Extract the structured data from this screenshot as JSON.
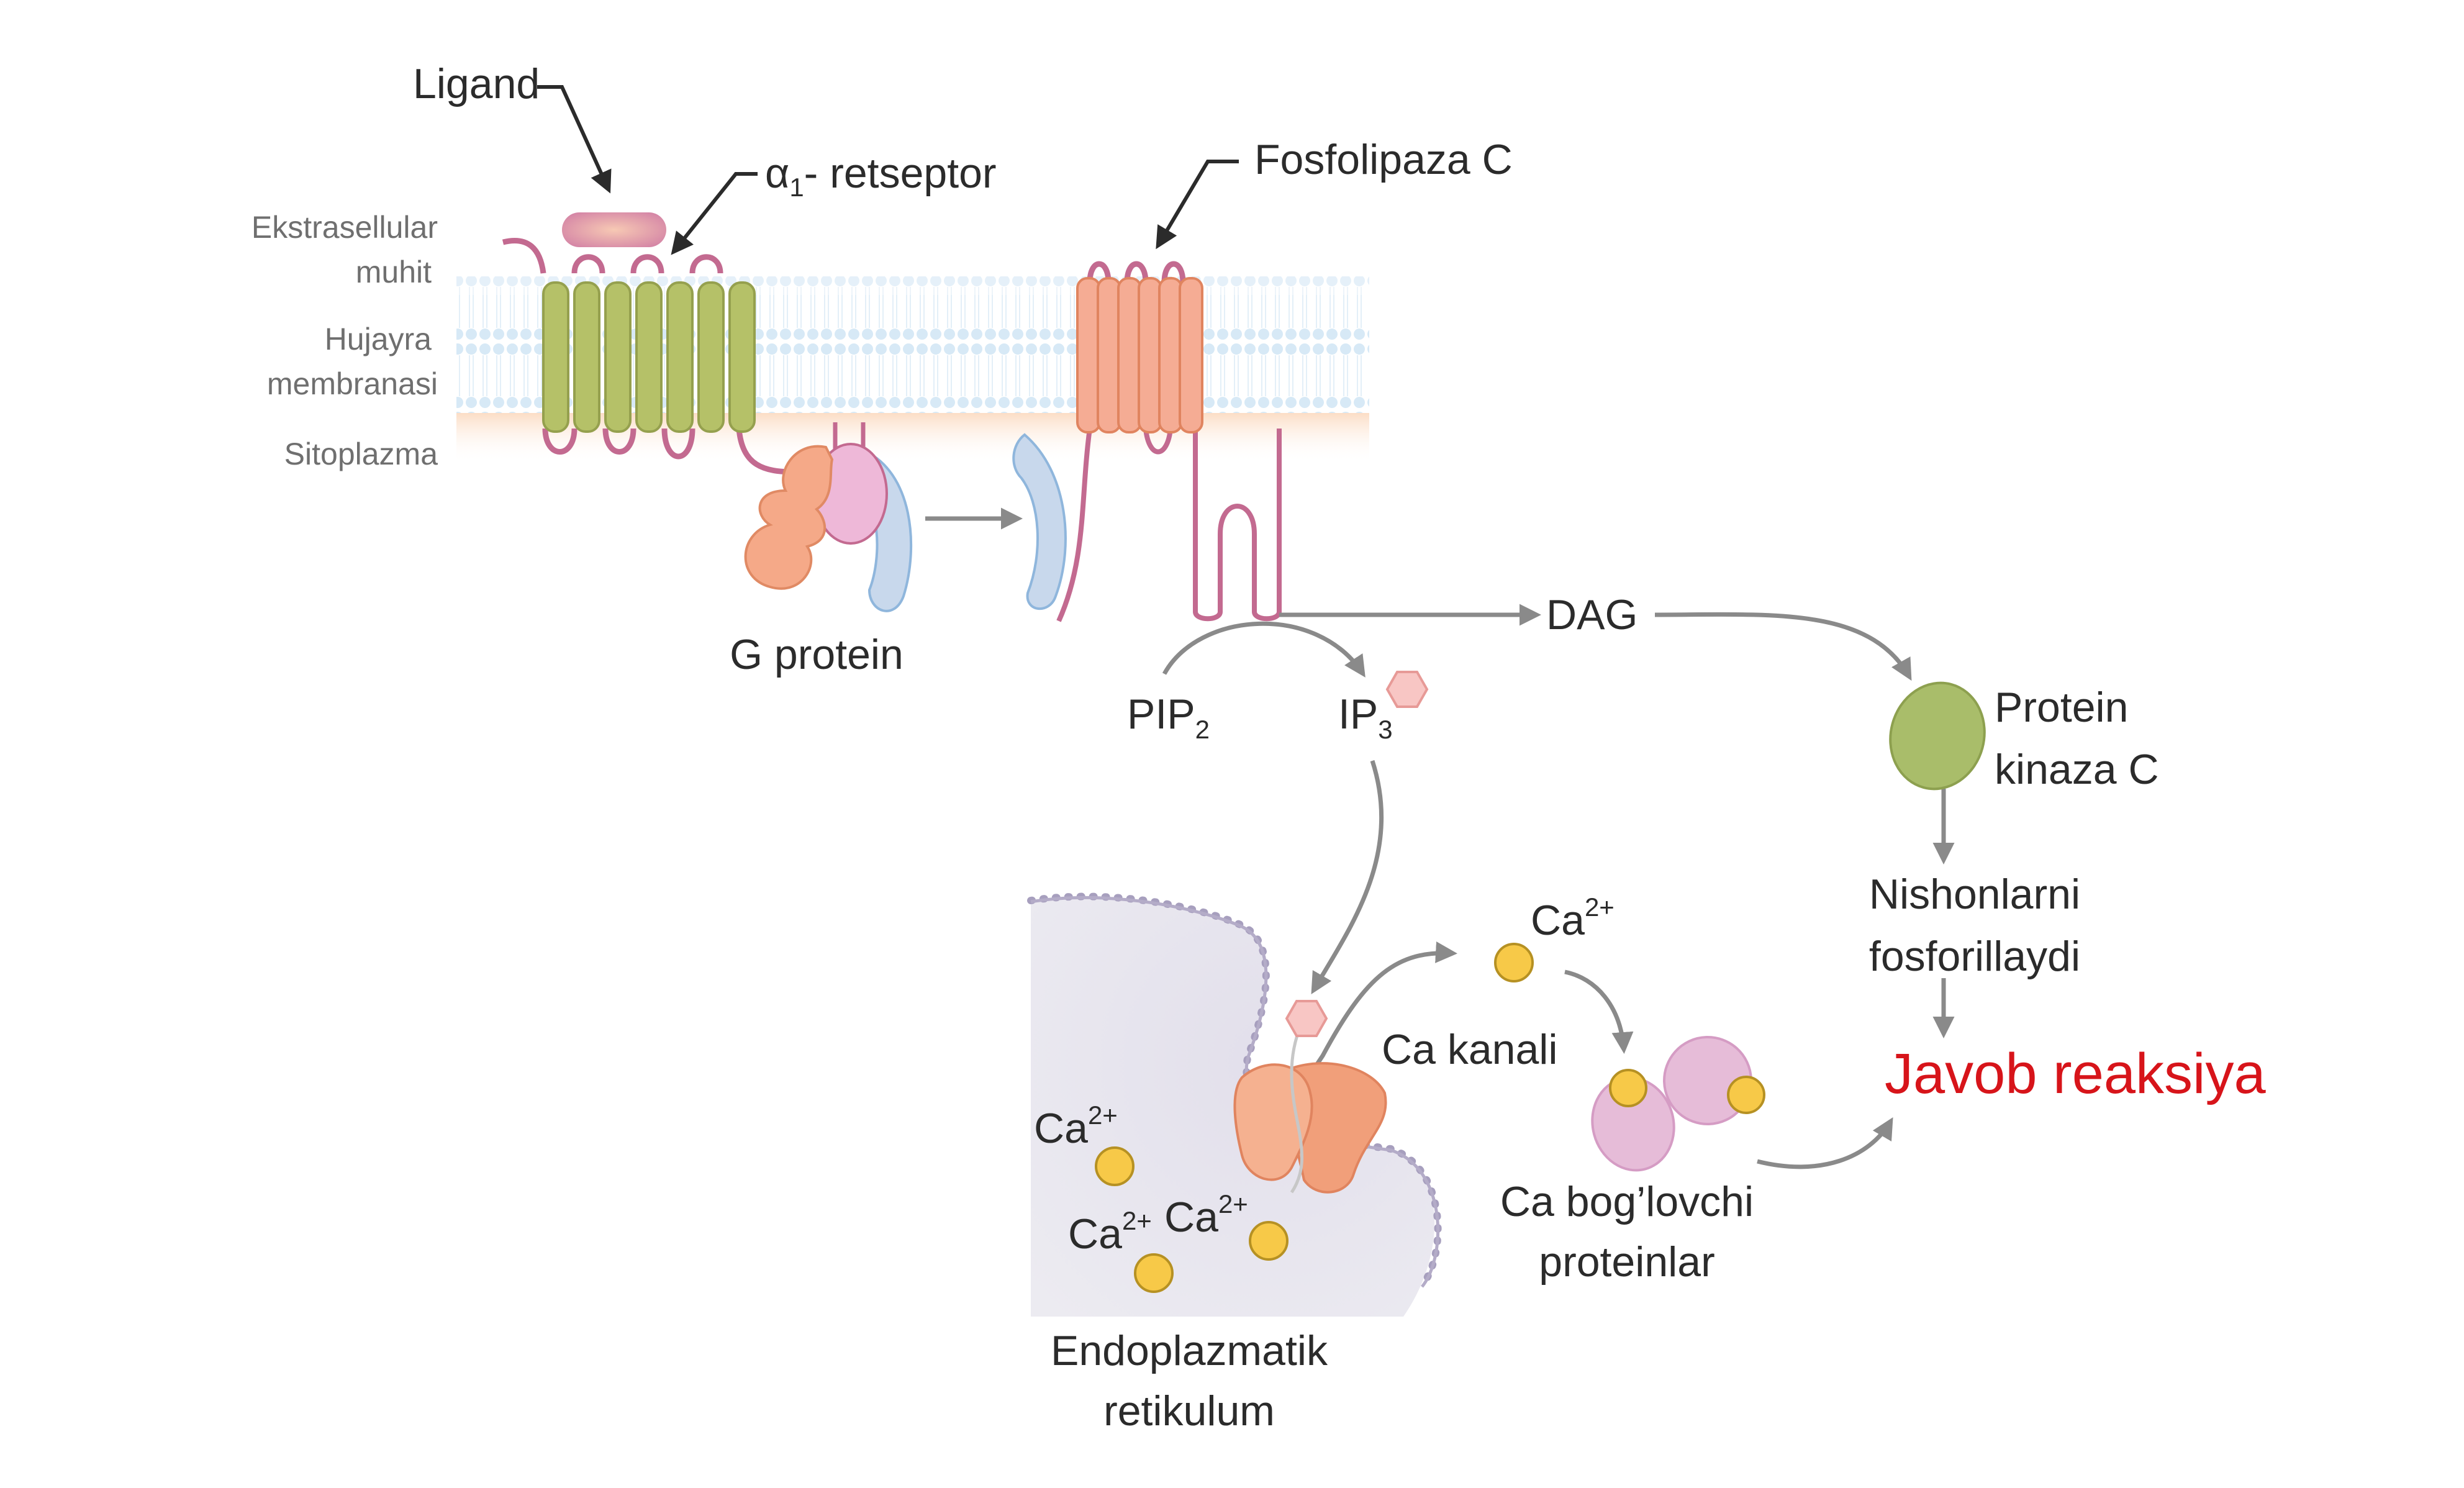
{
  "labels": {
    "ligand": "Ligand",
    "receptor_alpha": "α",
    "receptor_sub": "1",
    "receptor_rest": "- retseptor",
    "phospholipase": "Fosfolipaza C",
    "extracellular_1": "Ekstrasellular",
    "extracellular_2": "muhit",
    "membrane_1": "Hujayra",
    "membrane_2": "membranasi",
    "cytoplasm": "Sitoplazma",
    "g_protein": "G protein",
    "dag": "DAG",
    "pip": "PIP",
    "pip_sub": "2",
    "ip": "IP",
    "ip_sub": "3",
    "pkc_1": "Protein",
    "pkc_2": "kinaza C",
    "phos_1": "Nishonlarni",
    "phos_2": "fosforillaydi",
    "response": "Javob reaksiya",
    "ca": "Ca",
    "ca_sup": "2+",
    "ca_channel": "Ca kanali",
    "cabp_1": "Ca bog’lovchi",
    "cabp_2": "proteinlar",
    "er_1": "Endoplazmatik",
    "er_2": "retikulum"
  },
  "colors": {
    "receptor": "#b5c168",
    "loop": "#c36a90",
    "plc": "#f5ac94",
    "ligand": "#d88aa8",
    "g_alpha": "#f5a988",
    "g_beta": "#c8d8ec",
    "g_gamma": "#eeb8d8",
    "pkc": "#a9bd6a",
    "calcium": "#f7c948",
    "ip3": "#f8c6c4",
    "er": "#e3e0ec",
    "cabp": "#e6bcd8",
    "arrow": "#8a8a8a",
    "response": "#d7141a"
  }
}
